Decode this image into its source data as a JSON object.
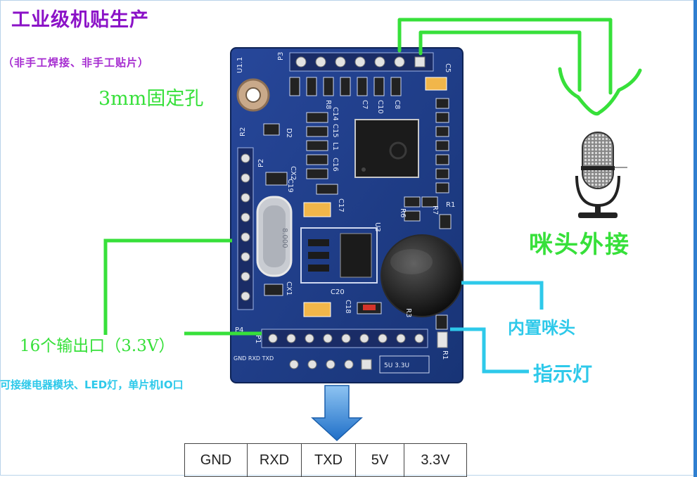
{
  "title": "工业级机贴生产",
  "subtitle": "（非手工焊接、非手工贴片）",
  "mounting_hole_label": "3mm固定孔",
  "external_mic_label": "咪头外接",
  "builtin_mic_label": "内置咪头",
  "indicator_label": "指示灯",
  "outputs_label": "16个输出口（3.3V）",
  "outputs_note": "可接继电器模块、LED灯，单片机IO口",
  "board_silkscreen": {
    "u1": "U1.1",
    "p3": "P3",
    "p2": "P2",
    "p4": "P4",
    "p1": "P1",
    "d2": "D2",
    "r2": "R2",
    "u3": "U3",
    "c20": "C20",
    "c18": "C18",
    "c17": "C17",
    "c19": "C19",
    "c16": "C16",
    "cx1": "CX1",
    "cx2": "CX2",
    "c5": "C5",
    "c8": "C8",
    "c10": "C10",
    "c7": "C7",
    "r8": "R8",
    "c14": "C14",
    "c15": "C15",
    "l1": "L1",
    "r1": "R1",
    "r6": "R6",
    "r7": "R7",
    "r3": "R3",
    "crystal": "8.000",
    "bottom_left_pins": "GND RXD TXD",
    "bottom_right_pins": "5U 3.3U"
  },
  "pin_table": [
    "GND",
    "RXD",
    "TXD",
    "5V",
    "3.3V"
  ],
  "colors": {
    "title": "#8b12c7",
    "green_lines": "#37e03a",
    "cyan_lines": "#2ec9ea",
    "pcb": "#1d3d8c",
    "arrow": "#2f7fd0"
  }
}
